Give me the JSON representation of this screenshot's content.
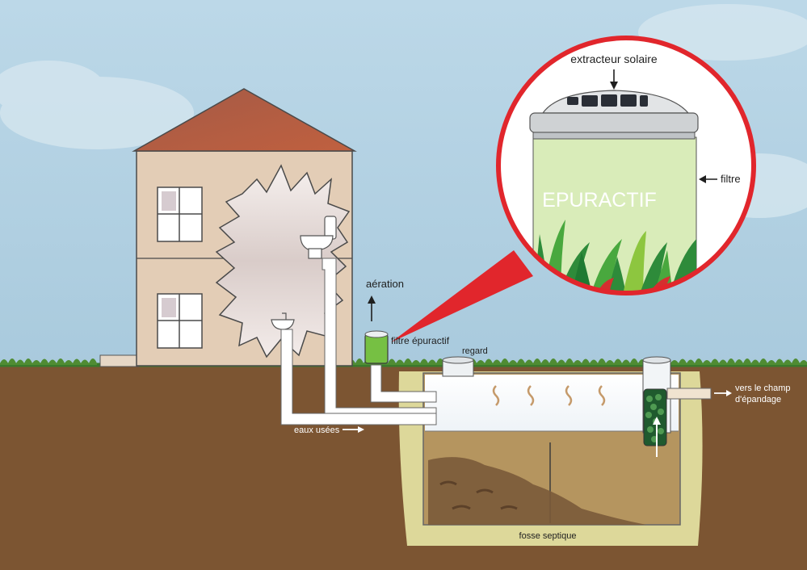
{
  "labels": {
    "extracteur": "extracteur solaire",
    "filtre": "filtre",
    "brand": "EPURACTIF",
    "aeration": "aération",
    "filtre_epuractif": "filtre épuractif",
    "regard": "regard",
    "vers_line1": "vers le champ",
    "vers_line2": "d'épandage",
    "eaux_usees": "eaux usées",
    "fosse": "fosse septique"
  }
}
